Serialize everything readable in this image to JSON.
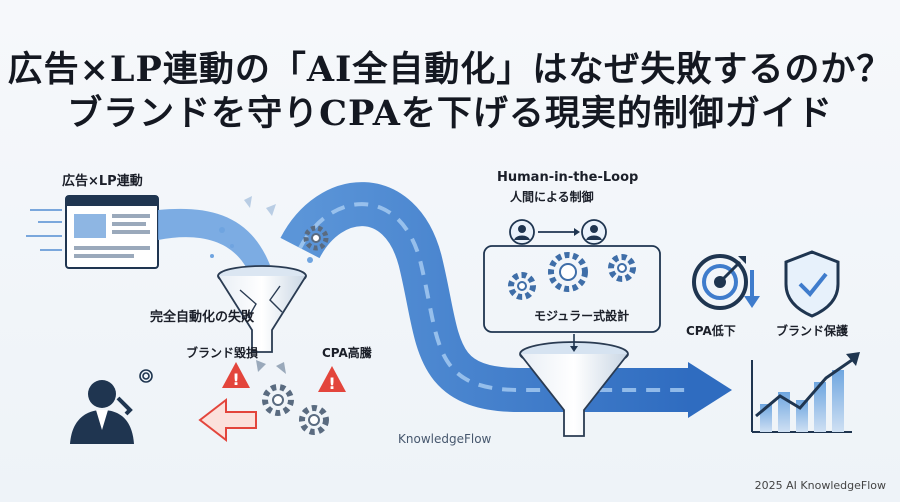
{
  "title": {
    "line1": "広告×LP連動の「AI全自動化」はなぜ失敗するのか？",
    "line2": "ブランドを守りCPAを下げる現実的制御ガイド"
  },
  "labels": {
    "ad_lp": "広告×LP連動",
    "full_auto_fail": "完全自動化の失敗",
    "brand_damage": "ブランド毀損",
    "cpa_soar": "CPA高騰",
    "hitl_en": "Human-in-the-Loop",
    "hitl_ja": "人間による制御",
    "modular": "モジュラー式設計",
    "cpa_down": "CPA低下",
    "brand_protect": "ブランド保護",
    "brand_name": "KnowledgeFlow",
    "footer": "2025 AI KnowledgeFlow"
  },
  "colors": {
    "flow_blue": "#3f7ccc",
    "flow_light": "#9cc4ee",
    "navy": "#1f3550",
    "warning_red": "#e3453c",
    "gear_gray": "#5a6b80"
  }
}
